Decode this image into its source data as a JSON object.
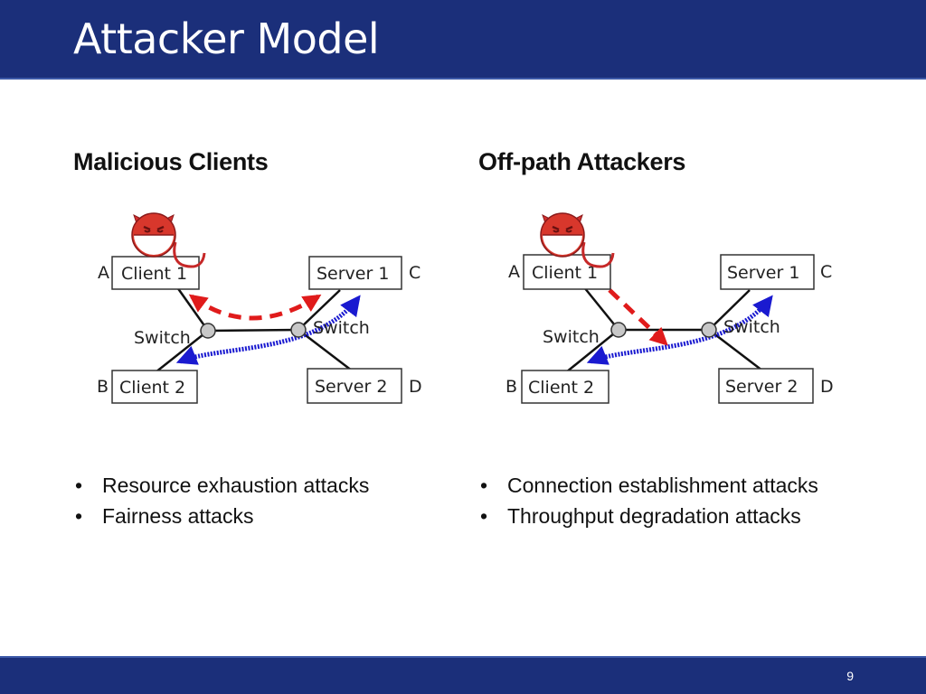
{
  "slide": {
    "title": "Attacker Model",
    "page_number": "9"
  },
  "colors": {
    "header_bg": "#1b2f7a",
    "attack_arrow": "#e01b1b",
    "legit_arrow": "#1a1ad0"
  },
  "columns": [
    {
      "heading": "Malicious Clients",
      "diagram": {
        "attacker_icon": "devil-icon",
        "nodes": {
          "a": "Client 1",
          "b": "Client 2",
          "c": "Server 1",
          "d": "Server 2"
        },
        "letters": {
          "a": "A",
          "b": "B",
          "c": "C",
          "d": "D"
        },
        "switches": [
          "Switch",
          "Switch"
        ]
      },
      "bullets": [
        "Resource exhaustion attacks",
        "Fairness attacks"
      ]
    },
    {
      "heading": "Off-path Attackers",
      "diagram": {
        "attacker_icon": "devil-icon",
        "nodes": {
          "a": "Client 1",
          "b": "Client 2",
          "c": "Server 1",
          "d": "Server 2"
        },
        "letters": {
          "a": "A",
          "b": "B",
          "c": "C",
          "d": "D"
        },
        "switches": [
          "Switch",
          "Switch"
        ]
      },
      "bullets": [
        "Connection establishment attacks",
        "Throughput degradation attacks"
      ]
    }
  ]
}
